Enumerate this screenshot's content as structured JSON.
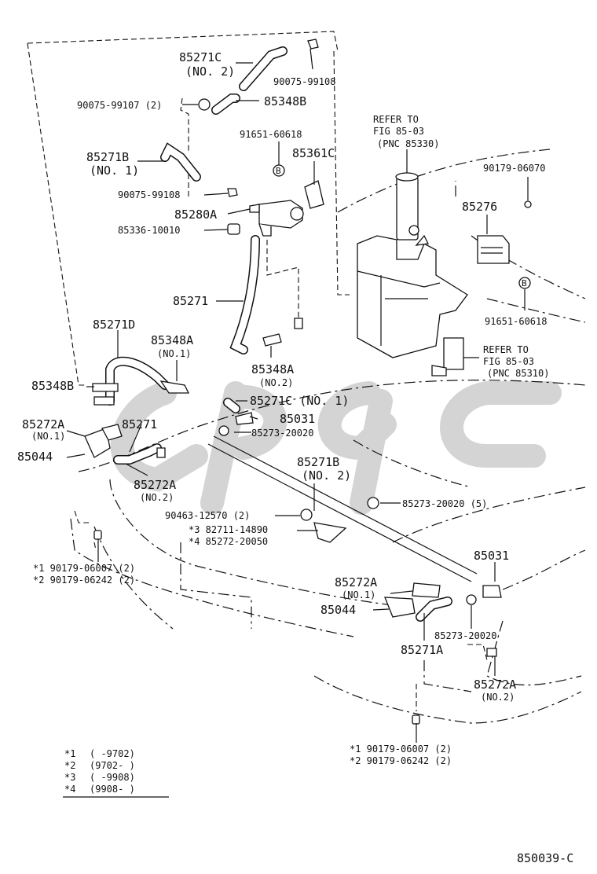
{
  "diagram_code": "850039-C",
  "watermark": "GPQC",
  "labels": {
    "p85271c_no2": "85271C",
    "p85271c_no2_sub": "(NO. 2)",
    "p90075_99108_top": "90075-99108",
    "p90075_99107": "90075-99107 (2)",
    "p85348b_top": "85348B",
    "p85271b_no1": "85271B",
    "p85271b_no1_sub": "(NO. 1)",
    "p91651_60618_top": "91651-60618",
    "p85361c": "85361C",
    "refer_top_1": "REFER TO",
    "refer_top_2": "FIG 85-03",
    "refer_top_3": "(PNC 85330)",
    "p90075_99108_mid": "90075-99108",
    "p85280a": "85280A",
    "p85336_10010": "85336-10010",
    "p90179_06070": "90179-06070",
    "p85276": "85276",
    "p85271": "85271",
    "p91651_60618_right": "91651-60618",
    "p85271d": "85271D",
    "p85348a_no1": "85348A",
    "p85348a_no1_sub": "(NO.1)",
    "refer_mid_1": "REFER TO",
    "refer_mid_2": "FIG 85-03",
    "refer_mid_3": "(PNC 85310)",
    "p85348a_no2": "85348A",
    "p85348a_no2_sub": "(NO.2)",
    "p85348b_left": "85348B",
    "p85271c_no1": "85271C (NO. 1)",
    "p85272a_no1_left": "85272A",
    "p85272a_no1_left_sub": "(NO.1)",
    "p85271_left": "85271",
    "p85031_mid": "85031",
    "p85273_20020_mid": "85273-20020",
    "p85044_left": "85044",
    "p85272a_no2_left": "85272A",
    "p85272a_no2_left_sub": "(NO.2)",
    "p85271b_no2": "85271B",
    "p85271b_no2_sub": "(NO. 2)",
    "p85273_20020_5": "85273-20020 (5)",
    "p90463_12570": "90463-12570 (2)",
    "p82711_14890": "*3  82711-14890",
    "p85272_20050": "*4  85272-20050",
    "p90179_06007_left": "*1  90179-06007 (2)",
    "p90179_06242_left": "*2  90179-06242 (2)",
    "p85031_right": "85031",
    "p85272a_no1_right": "85272A",
    "p85272a_no1_right_sub": "(NO.1)",
    "p85044_right": "85044",
    "p85273_20020_right": "85273-20020",
    "p85271a": "85271A",
    "p85272a_no2_right": "85272A",
    "p85272a_no2_right_sub": "(NO.2)",
    "p90179_06007_bottom": "*1  90179-06007 (2)",
    "p90179_06242_bottom": "*2  90179-06242 (2)"
  },
  "legend": [
    {
      "mark": "*1",
      "range": "(      -9702)"
    },
    {
      "mark": "*2",
      "range": "(9702-      )"
    },
    {
      "mark": "*3",
      "range": "(      -9908)"
    },
    {
      "mark": "*4",
      "range": "(9908-      )"
    }
  ]
}
